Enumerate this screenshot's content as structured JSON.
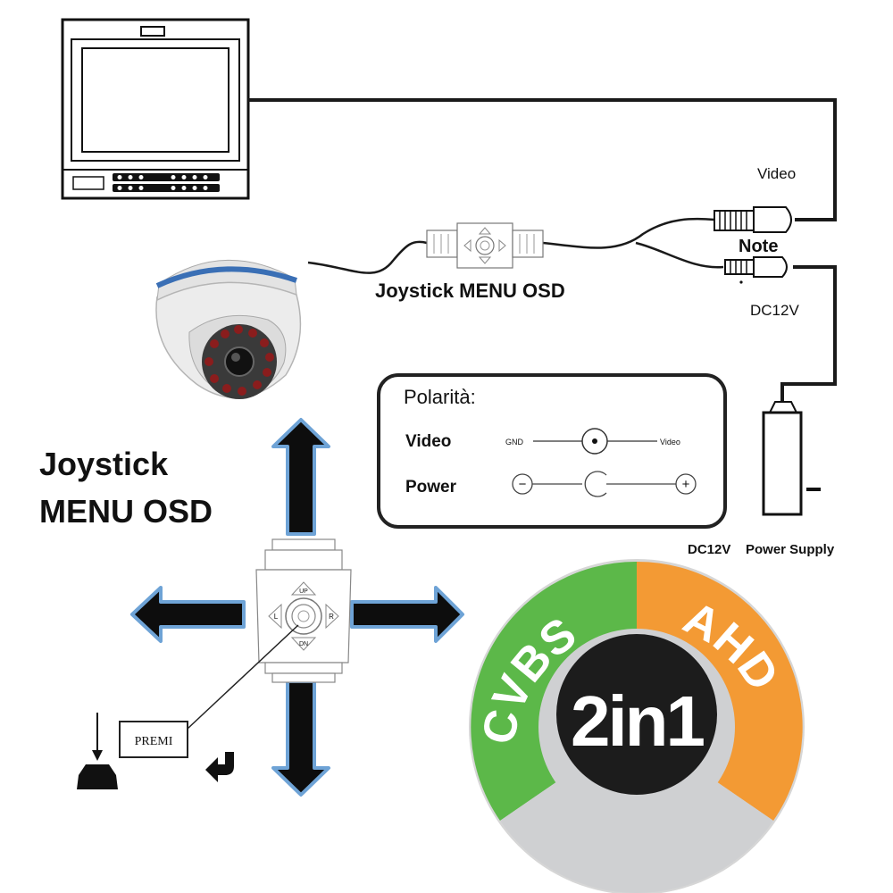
{
  "labels": {
    "video_cable": "Video",
    "note": "Note",
    "dc12v_cable": "DC12V",
    "joystick_cable": "Joystick MENU OSD",
    "joystick_title_line1": "Joystick",
    "joystick_title_line2": "MENU OSD",
    "power_supply_dc": "DC12V",
    "power_supply": "Power Supply",
    "premi": "PREMI"
  },
  "polarity": {
    "title": "Polarità:",
    "video_label": "Video",
    "power_label": "Power",
    "gnd": "GND",
    "video_pin": "Video",
    "minus": "−",
    "plus": "+"
  },
  "joystick": {
    "up": "UP",
    "down": "DN",
    "left": "L",
    "right": "R"
  },
  "badge": {
    "left": "CVBS",
    "right": "AHD",
    "center": "2in1",
    "colors": {
      "left": "#5cb849",
      "right": "#f39a34",
      "bottom": "#cfd0d2",
      "center": "#1c1c1c",
      "outer": "#d6d6d6"
    }
  },
  "colors": {
    "arrow_fill": "#0d0d0d",
    "arrow_border": "#6ea3d6",
    "cable": "#1a1a1a"
  }
}
